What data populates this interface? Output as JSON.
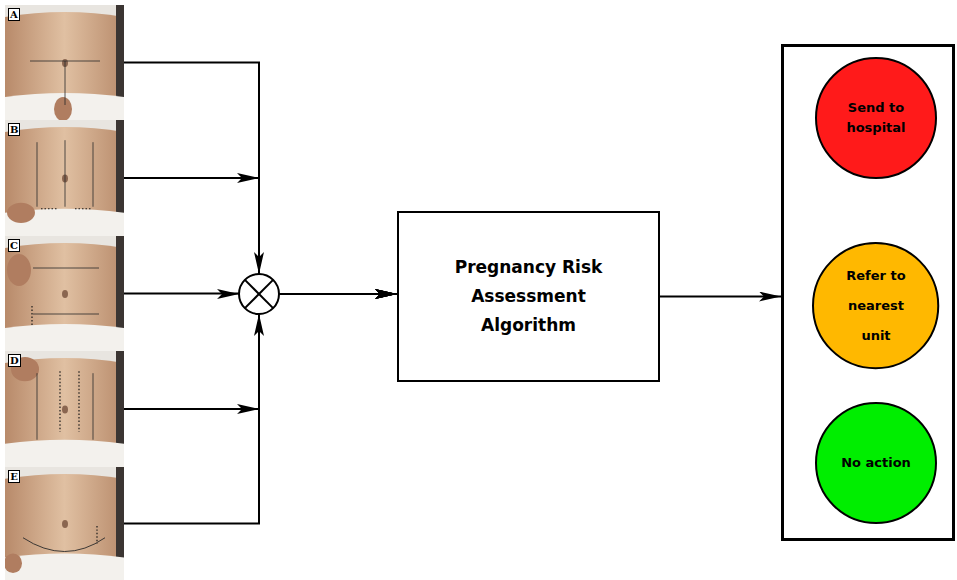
{
  "diagram": {
    "nodes": [
      {
        "text": [
          "A"
        ]
      },
      {
        "text": [
          "B"
        ]
      },
      {
        "text": [
          "C"
        ]
      },
      {
        "text": [
          "D"
        ]
      },
      {
        "text": [
          "E"
        ]
      },
      {
        "text": [
          "Pregnancy Risk Assessment Algorithm"
        ]
      },
      {
        "text": []
      },
      {
        "text": [
          "Send to hospital"
        ],
        "in": 6
      },
      {
        "text": [
          "Refer to nearest unit"
        ],
        "in": 6
      },
      {
        "text": [
          "No action"
        ],
        "in": 6
      }
    ],
    "edges": [
      {
        "from": 0,
        "to": 5,
        "arrow": "to"
      },
      {
        "from": 1,
        "to": 5,
        "arrow": "to"
      },
      {
        "from": 2,
        "to": 5,
        "arrow": "to"
      },
      {
        "from": 3,
        "to": 5,
        "arrow": "to"
      },
      {
        "from": 4,
        "to": 5,
        "arrow": "to"
      },
      {
        "from": 5,
        "to": 6,
        "arrow": "to"
      }
    ]
  }
}
